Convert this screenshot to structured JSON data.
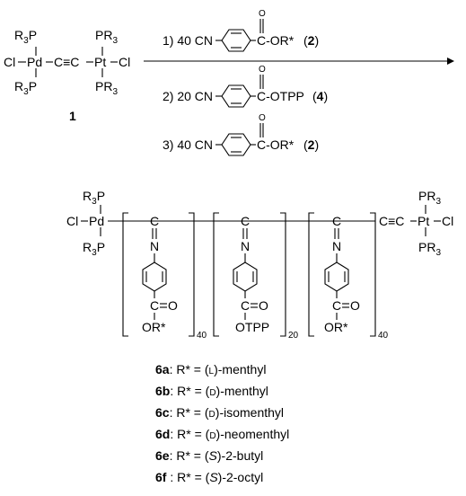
{
  "reactant": {
    "number": "1",
    "atom_pd": "Pd",
    "atom_pt": "Pt",
    "atom_cl": "Cl",
    "ligand": "R",
    "ligand_sub": "3",
    "ligand_p": "P",
    "ligand_pr": "PR",
    "triple_bond": "C≡C"
  },
  "steps": [
    {
      "prefix": "1) 40 CN",
      "ester": "C-OR*",
      "compound": "2"
    },
    {
      "prefix": "2) 20 CN",
      "ester": "C-OTPP",
      "compound": "4"
    },
    {
      "prefix": "3) 40 CN",
      "ester": "C-OR*",
      "compound": "2"
    }
  ],
  "carbonyl_o": "O",
  "product": {
    "imine_c": "C",
    "imine_n": "N",
    "ester_c": "C",
    "ester_o": "O",
    "blocks": [
      {
        "ester": "OR*",
        "count": "40"
      },
      {
        "ester": "OTPP",
        "count": "20"
      },
      {
        "ester": "OR*",
        "count": "40"
      }
    ]
  },
  "legend": [
    {
      "id": "6a",
      "sep": ": R* = (",
      "config": "L",
      "tail": ")-menthyl"
    },
    {
      "id": "6b",
      "sep": ": R* = (",
      "config": "D",
      "tail": ")-menthyl"
    },
    {
      "id": "6c",
      "sep": ": R* = (",
      "config": "D",
      "tail": ")-isomenthyl"
    },
    {
      "id": "6d",
      "sep": ": R* = (",
      "config": "D",
      "tail": ")-neomenthyl"
    },
    {
      "id": "6e",
      "sep": ": R* = (",
      "config": "S",
      "tail": ")-2-butyl"
    },
    {
      "id": "6f",
      "sep": " : R* = (",
      "config": "S",
      "tail": ")-2-octyl"
    }
  ]
}
